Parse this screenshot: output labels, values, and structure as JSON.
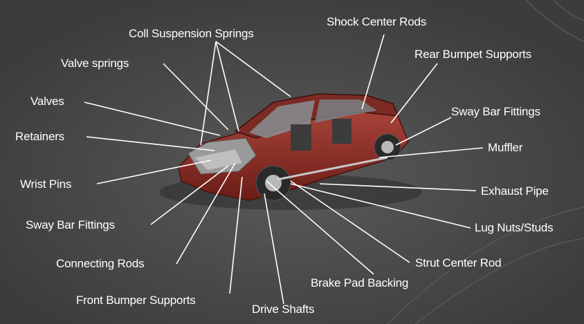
{
  "labels": {
    "coil_springs": "Coll Suspension Springs",
    "shock_center_rods": "Shock Center Rods",
    "rear_bumper_supports": "Rear Bumpet Supports",
    "valve_springs": "Valve springs",
    "valves": "Valves",
    "sway_bar_right": "Sway Bar Fittings",
    "retainers": "Retainers",
    "muffler": "Muffler",
    "wrist_pins": "Wrist Pins",
    "exhaust_pipe": "Exhaust Pipe",
    "sway_bar_left": "Sway Bar Fittings",
    "lug_nuts": "Lug Nuts/Studs",
    "connecting_rods": "Connecting Rods",
    "strut_center_rod": "Strut Center Rod",
    "brake_pad": "Brake Pad Backing",
    "front_bumper_supports": "Front Bumper Supports",
    "drive_shafts": "Drive Shafts"
  },
  "colors": {
    "background": "#454545",
    "text": "#ffffff",
    "car_body": "#8e2a22",
    "leader_line": "#ffffff"
  },
  "icons": {
    "car": "car-cutaway-icon"
  }
}
